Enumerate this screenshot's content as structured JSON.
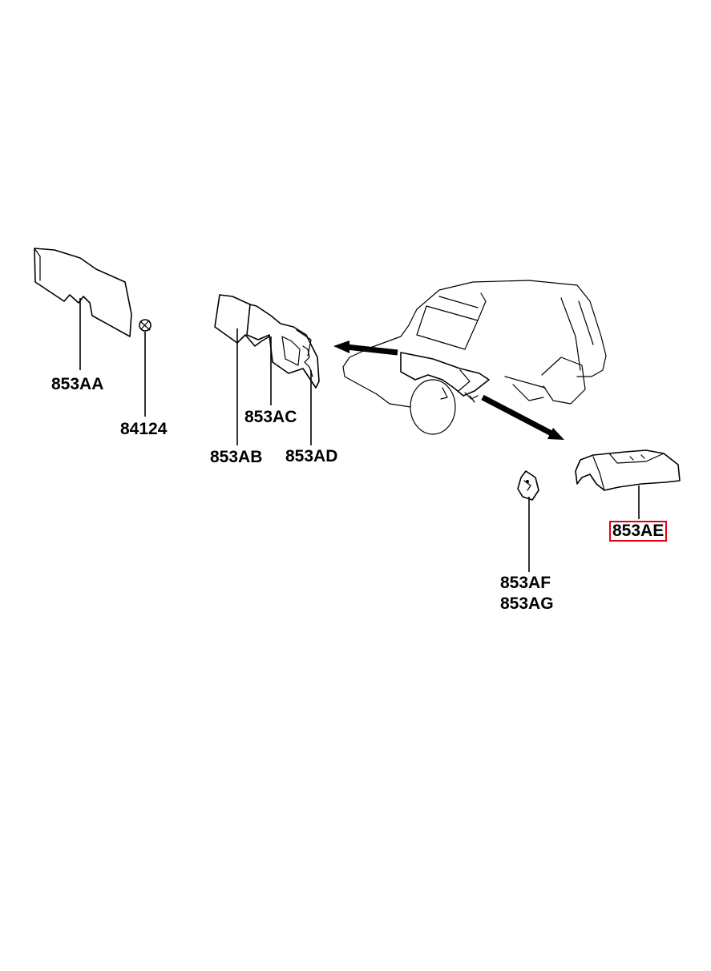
{
  "parts": {
    "p853AA": "853AA",
    "p84124": "84124",
    "p853AB": "853AB",
    "p853AC": "853AC",
    "p853AD": "853AD",
    "p853AE": "853AE",
    "p853AF": "853AF",
    "p853AG": "853AG"
  },
  "highlight": {
    "part": "853AE",
    "color": "#e8000b"
  }
}
